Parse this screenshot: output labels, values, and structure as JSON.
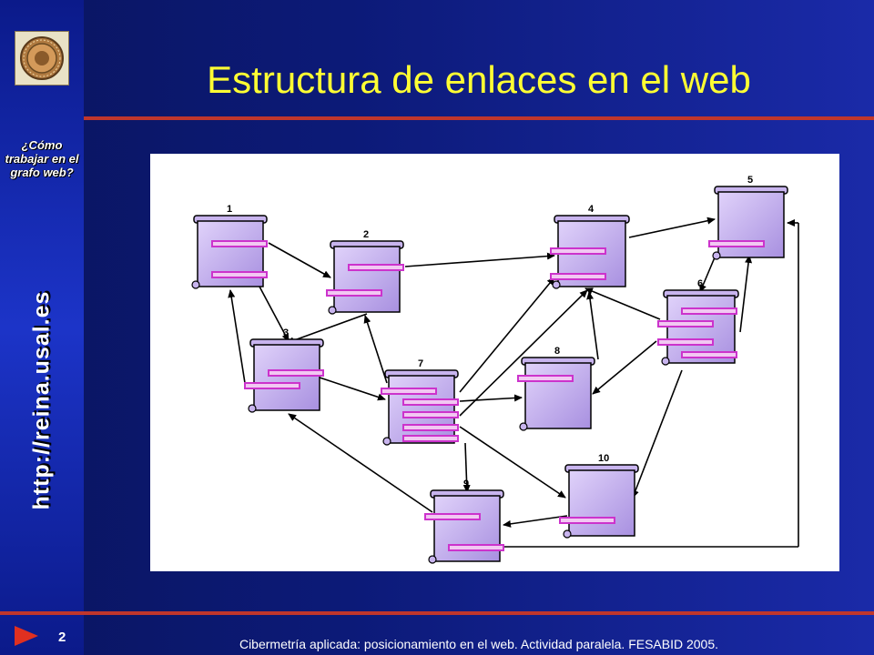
{
  "slide": {
    "title": "Estructura de enlaces en el web",
    "side_question": "¿Cómo trabajar en el grafo web?",
    "side_url": "http://reina.usal.es",
    "page_number": "2",
    "footer": "Cibermetría aplicada: posicionamiento en el web. Actividad paralela. FESABID 2005."
  },
  "diagram": {
    "nodes": [
      {
        "label": "1"
      },
      {
        "label": "2"
      },
      {
        "label": "3"
      },
      {
        "label": "4"
      },
      {
        "label": "5"
      },
      {
        "label": "6"
      },
      {
        "label": "7"
      },
      {
        "label": "8"
      },
      {
        "label": "9"
      },
      {
        "label": "10"
      }
    ]
  },
  "colors": {
    "title": "#ffff33",
    "accent_line": "#c0362c",
    "node_fill": "#c8b4ee",
    "link_bar": "#cc33cc"
  },
  "icons": {
    "next": "next-slide-arrow-icon",
    "logo": "university-seal-icon"
  }
}
